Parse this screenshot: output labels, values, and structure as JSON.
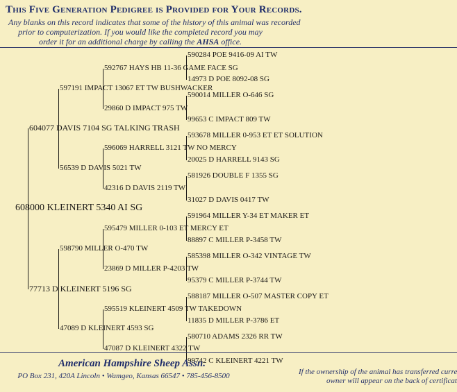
{
  "header": {
    "title": "This Five Generation Pedigree is Provided for Your Records.",
    "line1": "Any blanks on this record indicates that some of the history of this animal was recorded",
    "line2": "prior to computerization.  If you would like the completed record you may",
    "line3_pre": "order it for an additional charge by calling the ",
    "line3_bold": "AHSA",
    "line3_post": " office."
  },
  "pedigree": {
    "subject": "608000 KLEINERT 5340 AI SG",
    "sire": "604077 DAVIS 7104 SG TALKING TRASH",
    "dam": "77713 D KLEINERT 5196 SG",
    "sire_sire": "597191 IMPACT 13067 ET TW BUSHWACKER",
    "sire_dam": "56539 D DAVIS 5021 TW",
    "dam_sire": "598790 MILLER O-470 TW",
    "dam_dam": "47089 D KLEINERT 4593 SG",
    "g4": [
      "592767 HAYS HB 11-36 GAME FACE SG",
      "29860 D IMPACT 975 TW",
      "596069 HARRELL 3121 TW  NO MERCY",
      "42316 D DAVIS 2119 TW",
      "595479 MILLER 0-103 ET MERCY ET",
      "23869 D MILLER P-4203 TW",
      "595519 KLEINERT 4509 TW  TAKEDOWN",
      "47087 D KLEINERT 4322 TW"
    ],
    "g5": [
      "590284 POE 9416-09 AI TW",
      "14973 D POE 8092-08 SG",
      "590014 MILLER O-646 SG",
      "99653 C IMPACT 809 TW",
      "593678 MILLER 0-953 ET ET  SOLUTION",
      "20025 D HARRELL 9143 SG",
      "581926 DOUBLE F 1355 SG",
      "31027 D DAVIS 0417 TW",
      "591964 MILLER Y-34 ET MAKER ET",
      "88897 C MILLER P-3458 TW",
      "585398 MILLER O-342 VINTAGE TW",
      "95379 C MILLER P-3744 TW",
      "588187 MILLER O-507 MASTER COPY ET",
      "11835 D MILLER P-3786 ET",
      "580710 ADAMS 2326 RR TW",
      "99742 C KLEINERT 4221 TW"
    ]
  },
  "footer": {
    "association": "American Hampshire Sheep Assn.",
    "address": "PO Box 231, 420A Lincoln  •  Wamgeo, Kansas 66547  •  785-456-8500",
    "note1": "If the ownership of the animal has transferred current",
    "note2": "owner will appear on the back of certificate."
  }
}
